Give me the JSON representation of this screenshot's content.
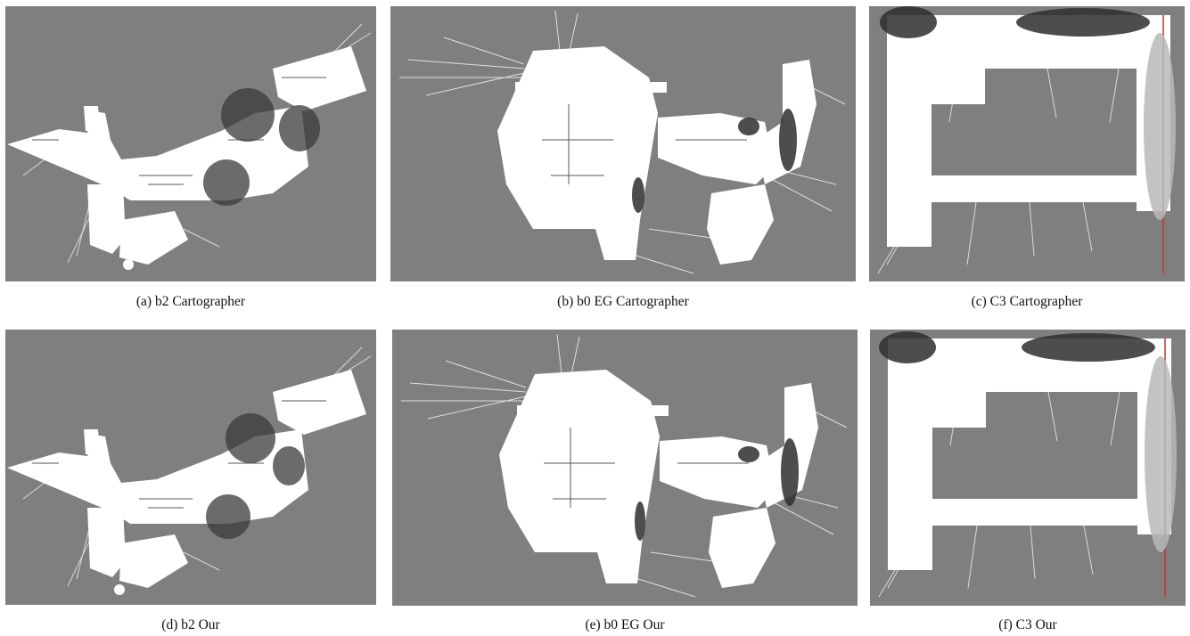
{
  "figure": {
    "panels": [
      {
        "id": "a",
        "caption": "(a) b2 Cartographer"
      },
      {
        "id": "b",
        "caption": "(b) b0 EG Cartographer"
      },
      {
        "id": "c",
        "caption": "(c) C3 Cartographer"
      },
      {
        "id": "d",
        "caption": "(d) b2 Our"
      },
      {
        "id": "e",
        "caption": "(e) b0 EG Our"
      },
      {
        "id": "f",
        "caption": "(f) C3 Our"
      }
    ],
    "colors": {
      "background": "#7f7f7f",
      "free_space": "#ffffff",
      "highlight_dark": "#2e2e2e",
      "highlight_light": "#b9b9b9",
      "boundary_red": "#d23030"
    }
  }
}
